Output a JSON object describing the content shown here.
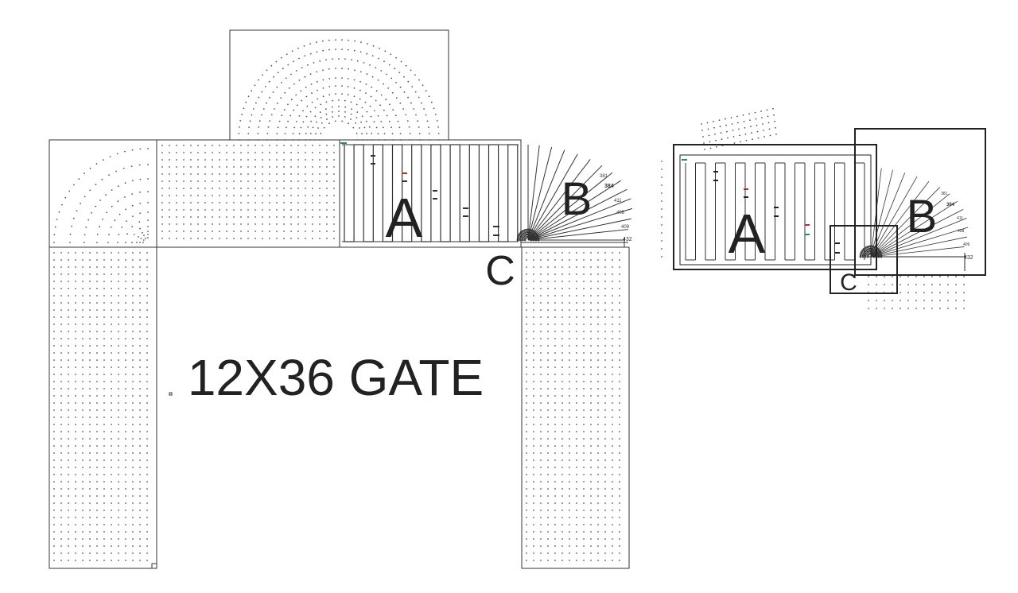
{
  "title": "12X36 GATE",
  "main_diagram": {
    "labels": {
      "a": "A",
      "b": "B",
      "c": "C"
    },
    "dimension_labels": [
      "381",
      "384",
      "411",
      "408",
      "409",
      "432"
    ]
  },
  "inset_diagram": {
    "labels": {
      "a": "A",
      "b": "B",
      "c": "C"
    },
    "dimension_labels": [
      "381",
      "384",
      "411",
      "408",
      "409",
      "432"
    ]
  },
  "colors": {
    "line": "#333333",
    "dot": "#555555",
    "frame": "#222222",
    "accent_red": "#b03030",
    "accent_green": "#2f8a5a"
  }
}
